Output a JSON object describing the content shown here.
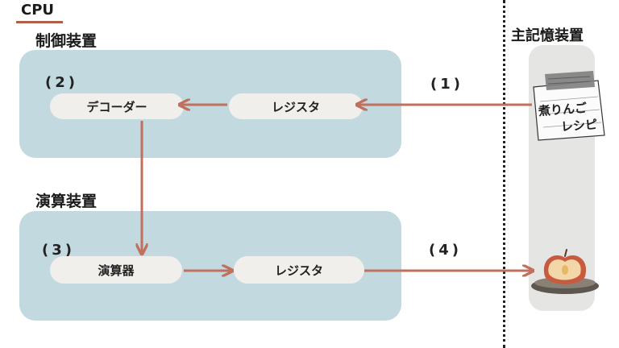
{
  "cpu_title": "CPU",
  "control_unit": {
    "title": "制御装置"
  },
  "alu_unit": {
    "title": "演算装置"
  },
  "memory": {
    "title": "主記憶装置",
    "recipe_line1": "煮りんご",
    "recipe_line2": "レシピ"
  },
  "nodes": {
    "decoder": "デコーダー",
    "control_register": "レジスタ",
    "alu": "演算器",
    "alu_register": "レジスタ"
  },
  "steps": {
    "step1": "(1)",
    "step2": "(2)",
    "step3": "(3)",
    "step4": "(4)"
  },
  "colors": {
    "panel": "#c2d9df",
    "pill": "#f1efec",
    "arrow": "#c0705c",
    "memory_column": "#e5e5e4",
    "accent_underline": "#b15e4b"
  },
  "icons": [
    "recipe-note-icon",
    "apple-plate-icon"
  ]
}
